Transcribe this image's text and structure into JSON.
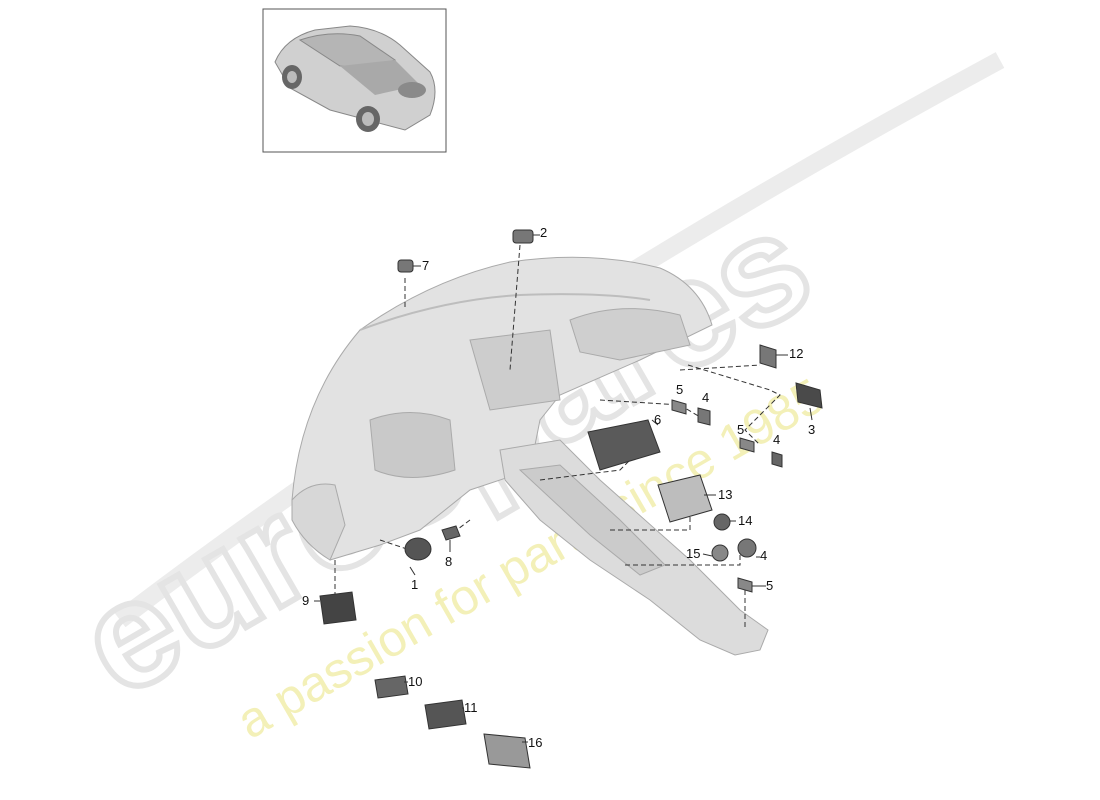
{
  "watermark": {
    "brand": "eurospares",
    "tagline": "a passion for parts since 1985"
  },
  "thumbnail": {
    "icon": "car-thumbnail-icon"
  },
  "parts": [
    {
      "label": "1"
    },
    {
      "label": "2"
    },
    {
      "label": "3"
    },
    {
      "label": "4"
    },
    {
      "label": "4"
    },
    {
      "label": "4"
    },
    {
      "label": "5"
    },
    {
      "label": "5"
    },
    {
      "label": "5"
    },
    {
      "label": "6"
    },
    {
      "label": "7"
    },
    {
      "label": "8"
    },
    {
      "label": "9"
    },
    {
      "label": "10"
    },
    {
      "label": "11"
    },
    {
      "label": "12"
    },
    {
      "label": "13"
    },
    {
      "label": "14"
    },
    {
      "label": "15"
    },
    {
      "label": "16"
    }
  ]
}
